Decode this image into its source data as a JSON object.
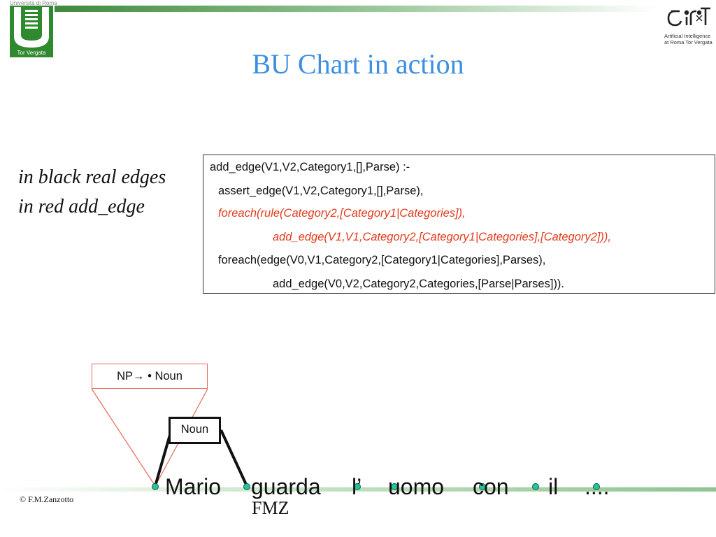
{
  "header": {
    "university_caption": "Università di Roma",
    "university_sub": "Tor Vergata",
    "ai_logo_lines": [
      "Artificial Intelligence",
      "at Roma Tor Vergata"
    ]
  },
  "title": "BU Chart in action",
  "notes": [
    "in black real edges",
    "in red add_edge"
  ],
  "code_lines": [
    {
      "text": "add_edge(V1,V2,Category1,[],Parse) :-",
      "color": "black"
    },
    {
      "text": "assert_edge(V1,V2,Category1,[],Parse),",
      "color": "black"
    },
    {
      "text": "foreach(rule(Category2,[Category1|Categories]),",
      "color": "red"
    },
    {
      "text": "add_edge(V1,V1,Category2,[Category1|Categories],[Category2])),",
      "color": "red"
    },
    {
      "text": "foreach(edge(V0,V1,Category2,[Category1|Categories],Parses),",
      "color": "black"
    },
    {
      "text": "add_edge(V0,V2,Category2,Categories,[Parse|Parses])).",
      "color": "black"
    }
  ],
  "diagram": {
    "np_edge_label": "NP→ • Noun",
    "noun_edge_label": "Noun",
    "words": [
      "Mario",
      "guarda",
      "l’",
      "uomo",
      "con",
      "il",
      "...."
    ]
  },
  "footer": {
    "copyright": "© F.M.Zanzotto",
    "center": "FMZ"
  },
  "colors": {
    "title_blue": "#3b8fe0",
    "add_edge_red": "#e23b1c",
    "np_box_border": "#e66a56",
    "node_fill": "#26c49a",
    "brand_green": "#2f8a2f"
  }
}
